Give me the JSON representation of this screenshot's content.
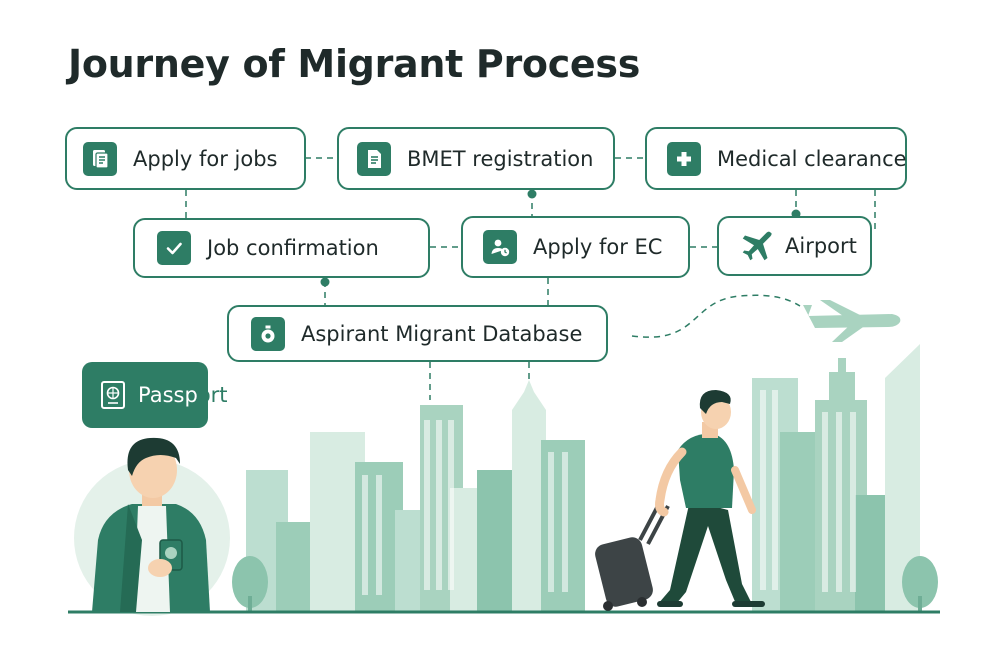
{
  "title": "Journey of Migrant Process",
  "nodes": {
    "apply_jobs": {
      "label": "Apply for jobs",
      "icon": "document-stack-icon"
    },
    "bmet": {
      "label": "BMET registration",
      "icon": "document-icon"
    },
    "medical": {
      "label": "Medical clearance",
      "icon": "plus-icon"
    },
    "job_confirm": {
      "label": "Job confirmation",
      "icon": "check-icon"
    },
    "apply_ec": {
      "label": "Apply for EC",
      "icon": "id-card-icon"
    },
    "airport": {
      "label": "Airport",
      "icon": "airplane-icon"
    },
    "database": {
      "label": "Aspirant Migrant Database",
      "icon": "database-icon"
    }
  },
  "passport": {
    "label_inside": "Passp",
    "label_outside": "ort",
    "icon": "passport-icon"
  },
  "colors": {
    "accent": "#2e7d65",
    "light_green": "#a9d3c0",
    "pale_green": "#d8ece2",
    "text": "#1f2a2a"
  }
}
